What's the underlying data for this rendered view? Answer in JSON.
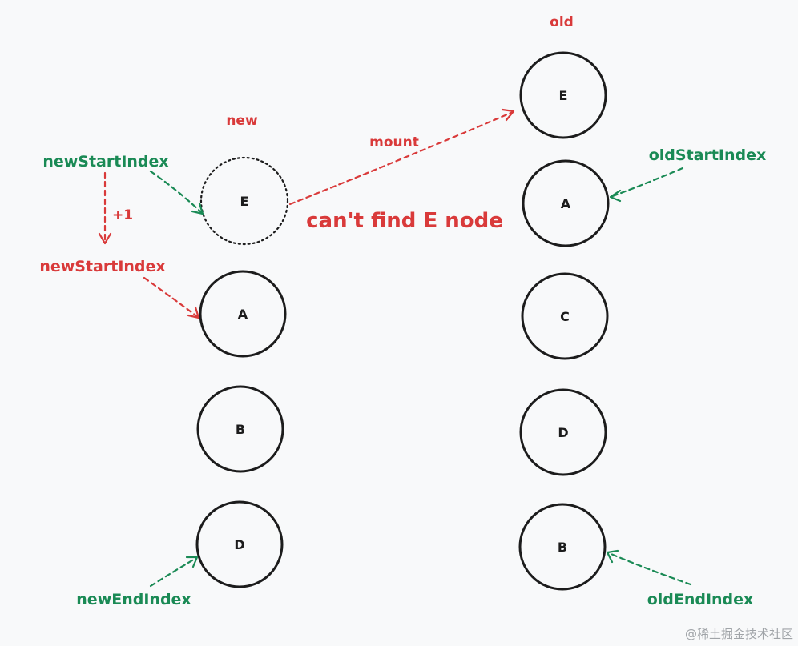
{
  "columns": {
    "new_label": "new",
    "old_label": "old"
  },
  "new_nodes": [
    {
      "label": "E",
      "status": "missing"
    },
    {
      "label": "A"
    },
    {
      "label": "B"
    },
    {
      "label": "D"
    }
  ],
  "old_nodes": [
    {
      "label": "E"
    },
    {
      "label": "A"
    },
    {
      "label": "C"
    },
    {
      "label": "D"
    },
    {
      "label": "B"
    }
  ],
  "pointers": {
    "new_start_index": "newStartIndex",
    "new_start_index_next": "newStartIndex",
    "new_end_index": "newEndIndex",
    "old_start_index": "oldStartIndex",
    "old_end_index": "oldEndIndex",
    "increment": "+1"
  },
  "actions": {
    "mount": "mount",
    "message": "can't find E node"
  },
  "colors": {
    "red": "#d93a3a",
    "green": "#1a8a55",
    "stroke": "#1c1c1c",
    "background": "#f8f9fa"
  },
  "watermark": "@稀土掘金技术社区"
}
